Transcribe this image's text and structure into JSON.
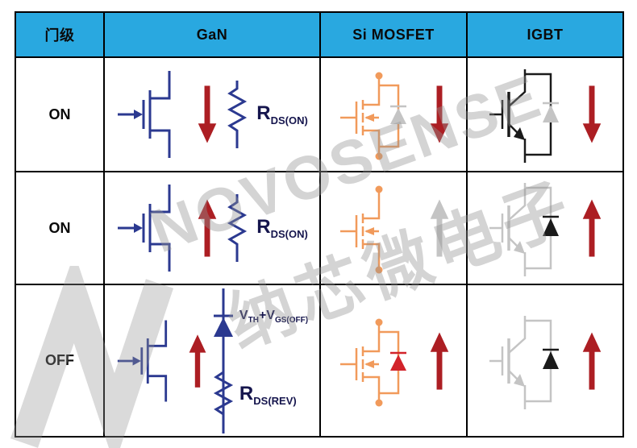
{
  "header": {
    "columns": [
      "门级",
      "GaN",
      "Si MOSFET",
      "IGBT"
    ]
  },
  "rows": [
    {
      "gate": "ON",
      "gan": {
        "label_main": "R",
        "label_sub": "DS(ON)",
        "current_arrow": "down"
      },
      "si_mosfet": {
        "current_arrow": "down",
        "body_diode_color": "gray"
      },
      "igbt": {
        "current_arrow": "down",
        "symbol_color": "black",
        "diode_color": "gray"
      }
    },
    {
      "gate": "ON",
      "gan": {
        "label_main": "R",
        "label_sub": "DS(ON)",
        "current_arrow": "up"
      },
      "si_mosfet": {
        "current_arrow": "up",
        "channel_arrow_color": "gray"
      },
      "igbt": {
        "current_arrow": "up",
        "symbol_color": "gray",
        "diode_color": "black"
      }
    },
    {
      "gate": "OFF",
      "gan": {
        "v_label": {
          "p1": "V",
          "s1": "TH",
          "p2": "+V",
          "s2": "GS(OFF)"
        },
        "label_main": "R",
        "label_sub": "DS(REV)",
        "current_arrow": "up"
      },
      "si_mosfet": {
        "current_arrow": "up",
        "body_diode_color": "red"
      },
      "igbt": {
        "current_arrow": "up",
        "symbol_color": "gray",
        "diode_color": "black"
      }
    }
  ],
  "watermark": {
    "brand": "NOVOSENSE",
    "brand_cn": "纳芯微电子"
  },
  "colors": {
    "header_bg": "#29A8E0",
    "gan_blue": "#2B3990",
    "arrow_red": "#AC1E23",
    "mosfet_orange": "#F19A5B",
    "inactive_gray": "#C4C4C4",
    "igbt_black": "#1A1A1A",
    "border": "#000000"
  }
}
